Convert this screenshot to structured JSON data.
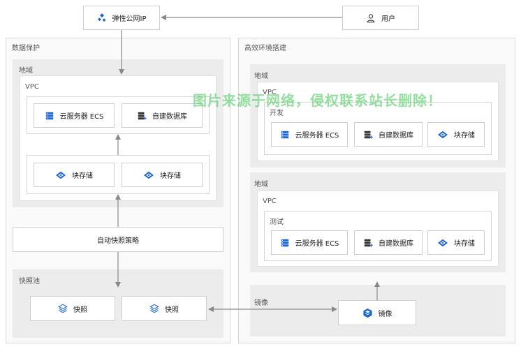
{
  "top": {
    "eip_label": "弹性公网IP",
    "user_label": "用户"
  },
  "left": {
    "title": "数据保护",
    "region_label": "地域",
    "vpc_label": "VPC",
    "ecs_label": "云服务器 ECS",
    "db_label": "自建数据库",
    "block1_label": "块存储",
    "block2_label": "块存储",
    "policy_label": "自动快照策略",
    "pool_title": "快照池",
    "snapshot1_label": "快照",
    "snapshot2_label": "快照"
  },
  "right": {
    "title": "高效环境搭建",
    "region1_label": "地域",
    "vpc1_label": "VPC",
    "dev_label": "开发",
    "dev_ecs_label": "云服务器 ECS",
    "dev_db_label": "自建数据库",
    "dev_block_label": "块存储",
    "region2_label": "地域",
    "vpc2_label": "VPC",
    "test_label": "测试",
    "test_ecs_label": "云服务器 ECS",
    "test_db_label": "自建数据库",
    "test_block_label": "块存储",
    "image_area_label": "镜像",
    "image_label": "镜像"
  },
  "watermark": "图片来源于网络，侵权联系站长删除！",
  "colors": {
    "icon_blue": "#1a66d6",
    "arrow": "#888888",
    "watermark": "#3cc850"
  }
}
